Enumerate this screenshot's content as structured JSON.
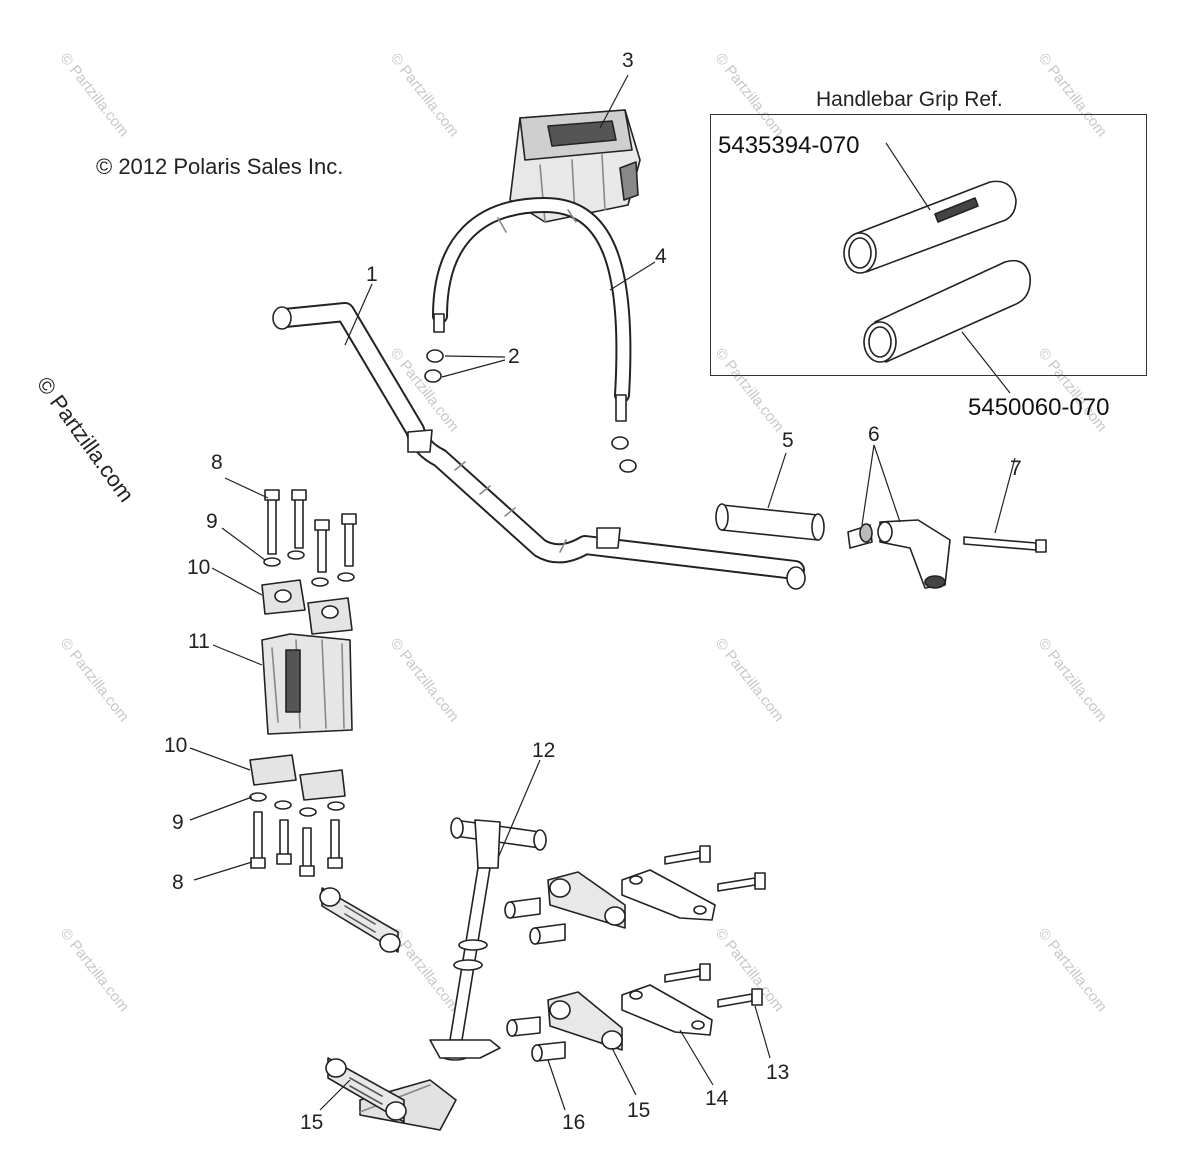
{
  "copyright": "© 2012 Polaris Sales Inc.",
  "side_watermark": "© Partzilla.com",
  "watermark_text": "© Partzilla.com",
  "grip_reference": {
    "title": "Handlebar Grip Ref.",
    "part_number_upper": "5435394-070",
    "part_number_lower": "5450060-070"
  },
  "callouts": [
    "1",
    "2",
    "3",
    "4",
    "5",
    "6",
    "7",
    "8",
    "9",
    "10",
    "11",
    "10",
    "9",
    "8",
    "12",
    "13",
    "14",
    "15",
    "16",
    "15"
  ],
  "colors": {
    "line": "#222222",
    "fill": "#ffffff",
    "shade": "#bdbdbd",
    "dark": "#555555",
    "watermark": "#c8c8c8"
  }
}
